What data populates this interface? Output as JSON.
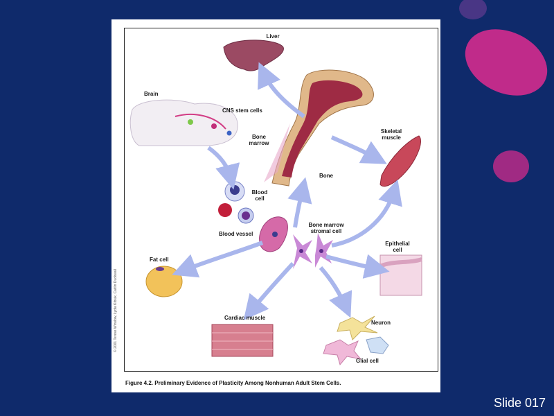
{
  "figure": {
    "caption": "Figure 4.2. Preliminary Evidence of Plasticity Among Nonhuman Adult Stem Cells.",
    "copyright": "© 2001 Terese Winslow, Lydia Kibiuk, Caitlin Duckwall",
    "labels": {
      "liver": "Liver",
      "brain": "Brain",
      "cns_stem_cells": "CNS stem cells",
      "bone_marrow": "Bone\nmarrow",
      "bone": "Bone",
      "skeletal_muscle": "Skeletal\nmuscle",
      "blood_cell": "Blood\ncell",
      "blood_vessel": "Blood vessel",
      "bone_marrow_stromal_cell": "Bone marrow\nstromal cell",
      "epithelial_cell": "Epithelial\ncell",
      "fat_cell": "Fat cell",
      "cardiac_muscle": "Cardiac muscle",
      "neuron": "Neuron",
      "glial_cell": "Glial cell"
    }
  },
  "slide": {
    "number_label": "Slide 017"
  },
  "colors": {
    "background": "#0f2a6b",
    "arrow": "#a9b6ec",
    "blob": "#c22a8c"
  }
}
